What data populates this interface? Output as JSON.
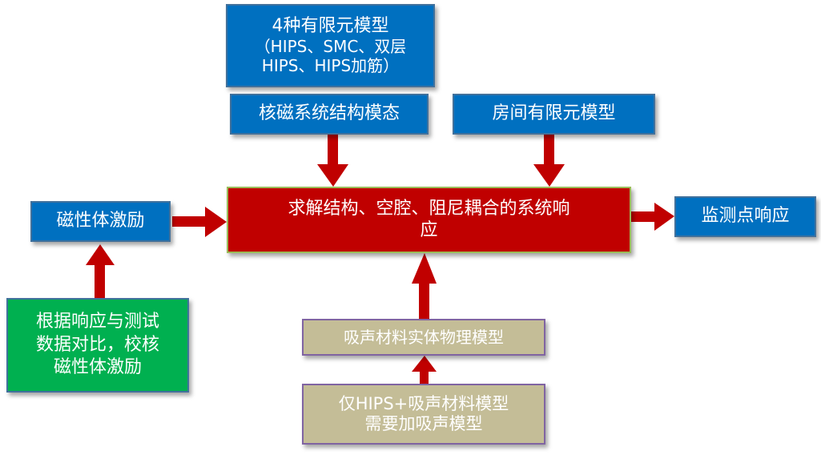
{
  "colors": {
    "model_box": "#0070c0",
    "solver_box": "#c00000",
    "calibration_box": "#00b050",
    "absorber_box": "#c4bd97",
    "arrow": "#c00000"
  },
  "nodes": {
    "fe_models": {
      "title": "4种有限元模型",
      "detail": "（HIPS、SMC、双层\nHIPS、HIPS加筋）"
    },
    "nmr_modes": {
      "label": "核磁系统结构模态"
    },
    "room_model": {
      "label": "房间有限元模型"
    },
    "magnet_excitation": {
      "label": "磁性体激励"
    },
    "solver": {
      "label": "求解结构、空腔、阻尼耦合的系统响\n应"
    },
    "monitor_response": {
      "label": "监测点响应"
    },
    "calibration": {
      "label": "根据响应与测试\n数据对比，校核\n磁性体激励"
    },
    "absorber_physical": {
      "label": "吸声材料实体物理模型"
    },
    "hips_absorber": {
      "label": "仅HIPS+吸声材料模型\n需要加吸声模型"
    }
  },
  "edges": [
    {
      "from": "nmr_modes",
      "to": "solver"
    },
    {
      "from": "room_model",
      "to": "solver"
    },
    {
      "from": "magnet_excitation",
      "to": "solver"
    },
    {
      "from": "solver",
      "to": "monitor_response"
    },
    {
      "from": "calibration",
      "to": "magnet_excitation"
    },
    {
      "from": "absorber_physical",
      "to": "solver"
    },
    {
      "from": "hips_absorber",
      "to": "absorber_physical"
    }
  ]
}
